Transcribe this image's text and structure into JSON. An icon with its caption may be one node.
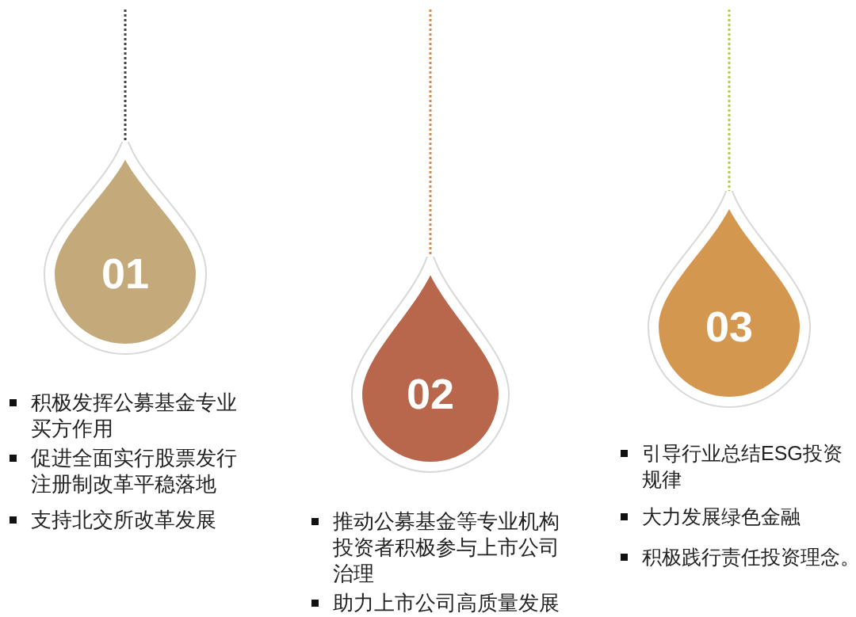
{
  "diagram": {
    "nodes": [
      {
        "text": [
          "01"
        ]
      },
      {
        "text": [
          "02"
        ]
      },
      {
        "text": [
          "03"
        ]
      }
    ],
    "edges": [
      {
        "from": null,
        "to": 0,
        "arrow": "none",
        "color": "#404040"
      },
      {
        "from": null,
        "to": 1,
        "arrow": "none",
        "color": "#d08a50"
      },
      {
        "from": null,
        "to": 2,
        "arrow": "none",
        "color": "#b8c850"
      }
    ],
    "labels": [
      "积极发挥公募基金专业买方作用",
      "促进全面实行股票发行注册制改革平稳落地",
      "支持北交所改革发展",
      "推动公募基金等专业机构投资者积极参与上市公司治理",
      "助力上市公司高质量发展",
      "引导行业总结ESG投资规律",
      "大力发展绿色金融",
      "积极践行责任投资理念。"
    ]
  }
}
